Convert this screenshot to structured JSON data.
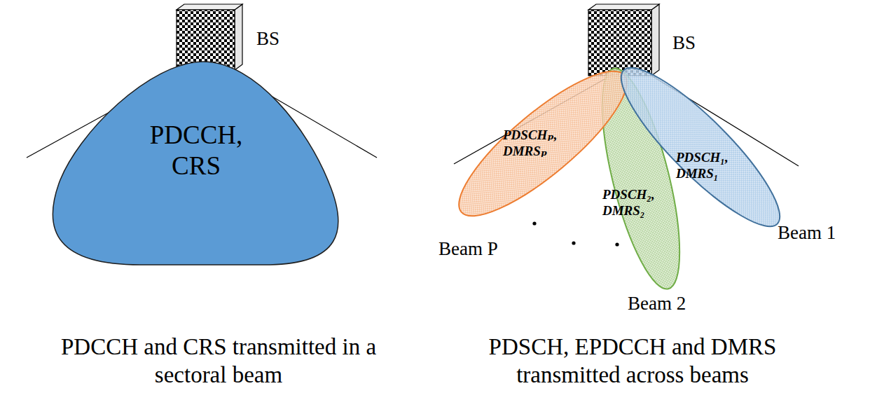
{
  "diagram": {
    "nodes": [
      {
        "text": [
          "PDCCH, CRS"
        ]
      },
      {
        "text": [
          "PDSCHₚ, DMRSₚ"
        ]
      },
      {
        "text": [
          "PDSCH₂, DMRS₂"
        ]
      },
      {
        "text": [
          "PDSCH₁, DMRS₁"
        ]
      }
    ],
    "labels": [
      "BS",
      "BS",
      "Beam P",
      "Beam 2",
      "Beam 1",
      "PDCCH and CRS transmitted in a sectoral beam",
      "PDSCH, EPDCCH and DMRS transmitted across beams"
    ]
  }
}
